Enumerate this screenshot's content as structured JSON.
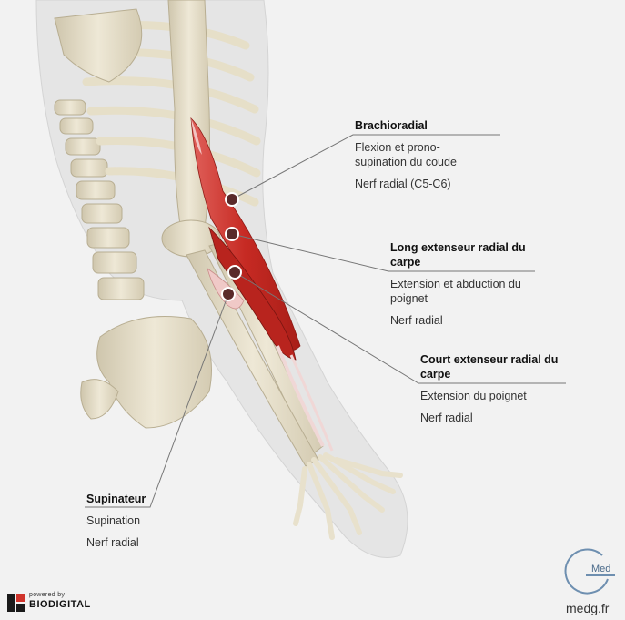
{
  "labels": {
    "brachioradial": {
      "title": "Brachioradial",
      "action_lines": [
        "Flexion et prono-",
        "supination du coude"
      ],
      "nerve": "Nerf radial (C5-C6)"
    },
    "long_extenseur": {
      "title_lines": [
        "Long extenseur radial du",
        "carpe"
      ],
      "action_lines": [
        "Extension et abduction du",
        "poignet"
      ],
      "nerve": "Nerf radial"
    },
    "court_extenseur": {
      "title_lines": [
        "Court extenseur radial du",
        "carpe"
      ],
      "action_lines": [
        "Extension du poignet"
      ],
      "nerve": "Nerf radial"
    },
    "supinateur": {
      "title": "Supinateur",
      "action_lines": [
        "Supination"
      ],
      "nerve": "Nerf radial"
    }
  },
  "branding": {
    "powered_by": "powered by",
    "biodigital": "BIODIGITAL",
    "medg_mark": "Med",
    "medg_site": "medg.fr"
  },
  "colors": {
    "muscle": "#c62a23",
    "bone": "#e8e1cc",
    "skin": "#d9d9d9",
    "leader_line": "#777777",
    "marker": "#5a2a2a"
  }
}
